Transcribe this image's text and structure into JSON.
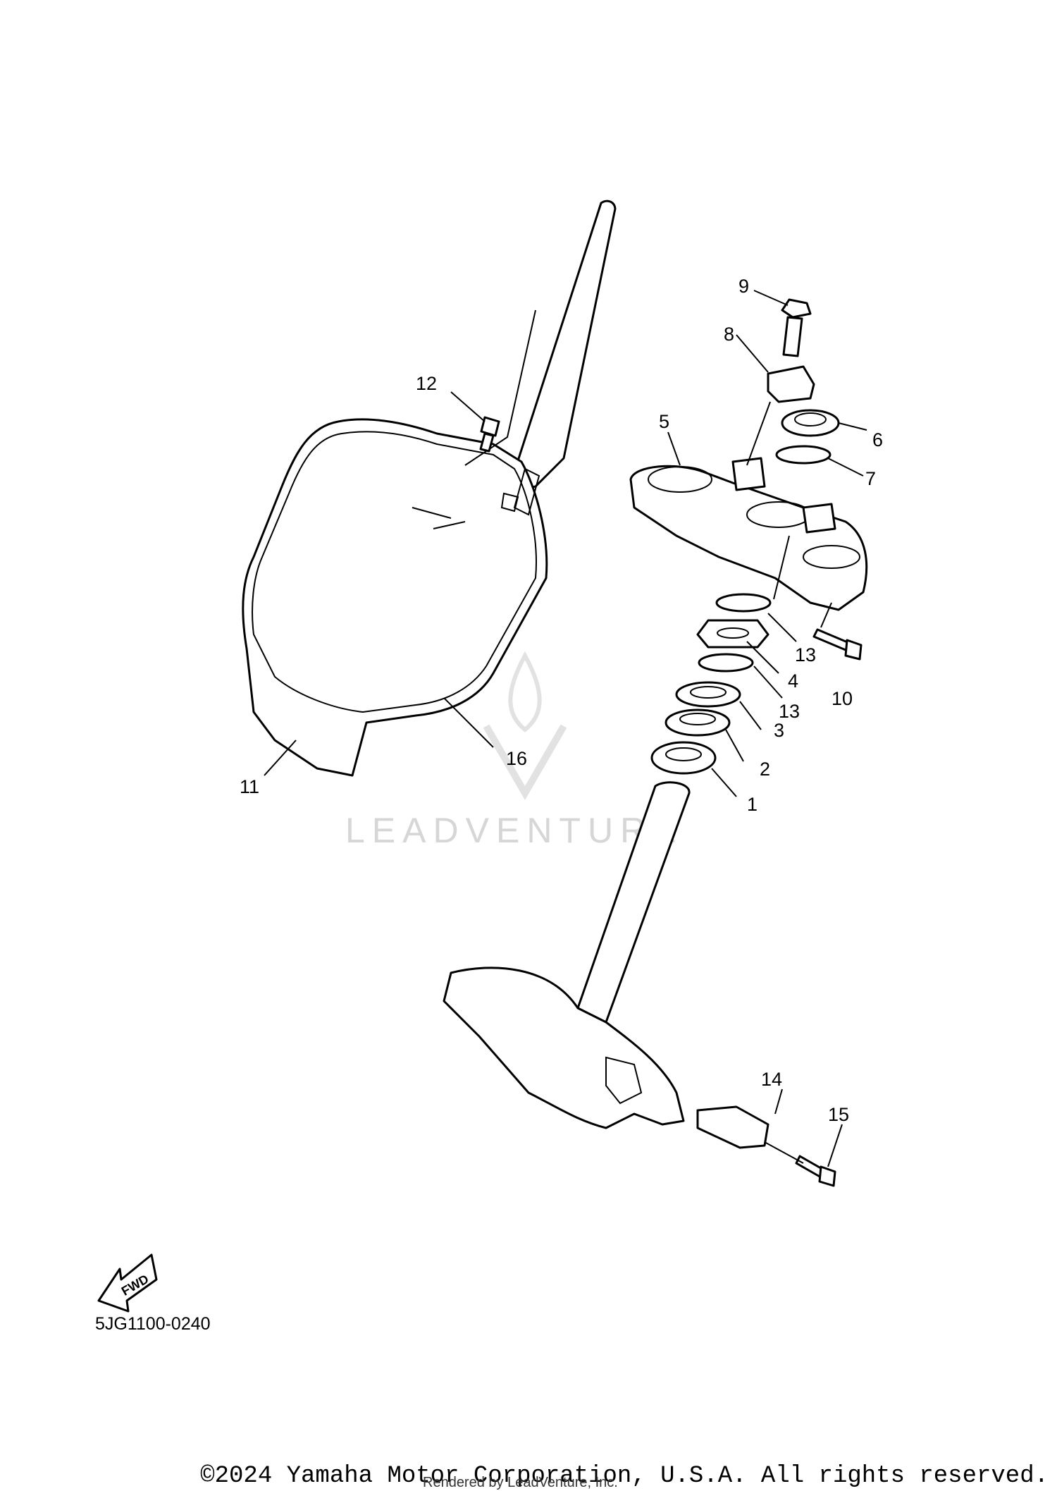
{
  "diagram": {
    "callouts": [
      "1",
      "2",
      "3",
      "4",
      "5",
      "6",
      "7",
      "8",
      "9",
      "10",
      "11",
      "12",
      "13",
      "13",
      "14",
      "15",
      "16"
    ],
    "fwd_label": "FWD",
    "diagram_code": "5JG1100-0240",
    "watermark": "LEADVENTURE"
  },
  "footer": {
    "copyright": "©2024 Yamaha Motor Corporation, U.S.A. All rights reserved.",
    "rendered_by": "Rendered by LeadVenture, Inc."
  }
}
